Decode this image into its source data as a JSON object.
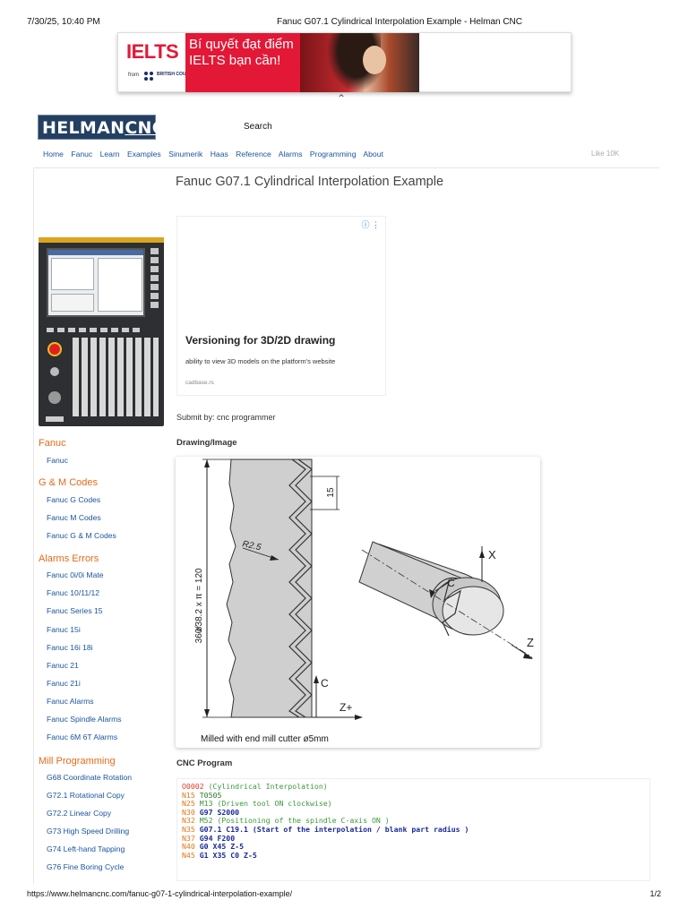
{
  "print_header": {
    "datetime": "7/30/25, 10:40 PM",
    "title": "Fanuc G07.1 Cylindrical Interpolation Example - Helman CNC"
  },
  "top_ad": {
    "brand": "IELTS",
    "from": "from",
    "council": "BRITISH COUNCIL",
    "tagline": "Bí quyết đạt điểm IELTS bạn cần!"
  },
  "header": {
    "logo_text": "HELMAN",
    "logo_text_b": "CNC",
    "search_label": "Search"
  },
  "nav": {
    "items": [
      "Home",
      "Fanuc",
      "Learn",
      "Examples",
      "Sinumerik",
      "Haas",
      "Reference",
      "Alarms",
      "Programming",
      "About"
    ],
    "like": "Like 10K"
  },
  "page": {
    "title": "Fanuc G07.1 Cylindrical Interpolation Example",
    "submit_by": "Submit by: cnc programmer",
    "drawing_heading": "Drawing/Image",
    "program_heading": "CNC Program"
  },
  "inline_ad": {
    "info_icon": "ⓘ ⋮",
    "headline": "Versioning for 3D/2D drawing",
    "body": "ability to view 3D models on the platform's website",
    "url": "cadbase.rs"
  },
  "sidebar": {
    "sections": [
      {
        "title": "Fanuc",
        "links": [
          "Fanuc"
        ]
      },
      {
        "title": "G & M Codes",
        "links": [
          "Fanuc G Codes",
          "Fanuc M Codes",
          "Fanuc G & M Codes"
        ]
      },
      {
        "title": "Alarms Errors",
        "links": [
          "Fanuc 0i/0i Mate",
          "Fanuc 10/11/12",
          "Fanuc Series 15",
          "Fanuc 15i",
          "Fanuc 16i 18i",
          "Fanuc 21",
          "Fanuc 21i",
          "Fanuc Alarms",
          "Fanuc Spindle Alarms",
          "Fanuc 6M 6T Alarms"
        ]
      },
      {
        "title": "Mill Programming",
        "links": [
          "G68 Coordinate Rotation",
          "G72.1 Rotational Copy",
          "G72.2 Linear Copy",
          "G73 High Speed Drilling",
          "G74 Left-hand Tapping",
          "G76 Fine Boring Cycle"
        ]
      }
    ]
  },
  "drawing": {
    "dim_vertical": "ø38.2 x π = 120",
    "dim_360": "360°",
    "radius": "R2.5",
    "dim_15": "15",
    "axis_c": "C",
    "axis_z_plus": "Z+",
    "axis_x": "X",
    "axis_z": "Z",
    "axis_c2": "C",
    "caption": "Milled with end mill cutter ø5mm"
  },
  "program": {
    "lines": [
      {
        "n": "O0002",
        "rest": " (Cylindrical Interpolation)"
      },
      {
        "n": "N15",
        "rest": " T0505"
      },
      {
        "n": "N25",
        "rest": " M13 (Driven tool ON clockwise)"
      },
      {
        "n": "N30",
        "rest": " G97 S2000"
      },
      {
        "n": "N32",
        "rest": " M52 (Positioning of the spindle C-axis ON )"
      },
      {
        "n": "N35",
        "rest": " G07.1 C19.1 (Start of the interpolation / blank part radius )"
      },
      {
        "n": "N37",
        "rest": " G94 F200"
      },
      {
        "n": "N40",
        "rest": " G0 X45 Z-5"
      },
      {
        "n": "N45",
        "rest": " G1 X35 C0 Z-5"
      }
    ]
  },
  "print_footer": {
    "url": "https://www.helmancnc.com/fanuc-g07-1-cylindrical-interpolation-example/",
    "page": "1/2"
  },
  "colors": {
    "nav_link": "#1a55a0",
    "section_orange": "#e66a1a",
    "logo_bg": "#233f62",
    "ielts_red": "#e31837"
  }
}
